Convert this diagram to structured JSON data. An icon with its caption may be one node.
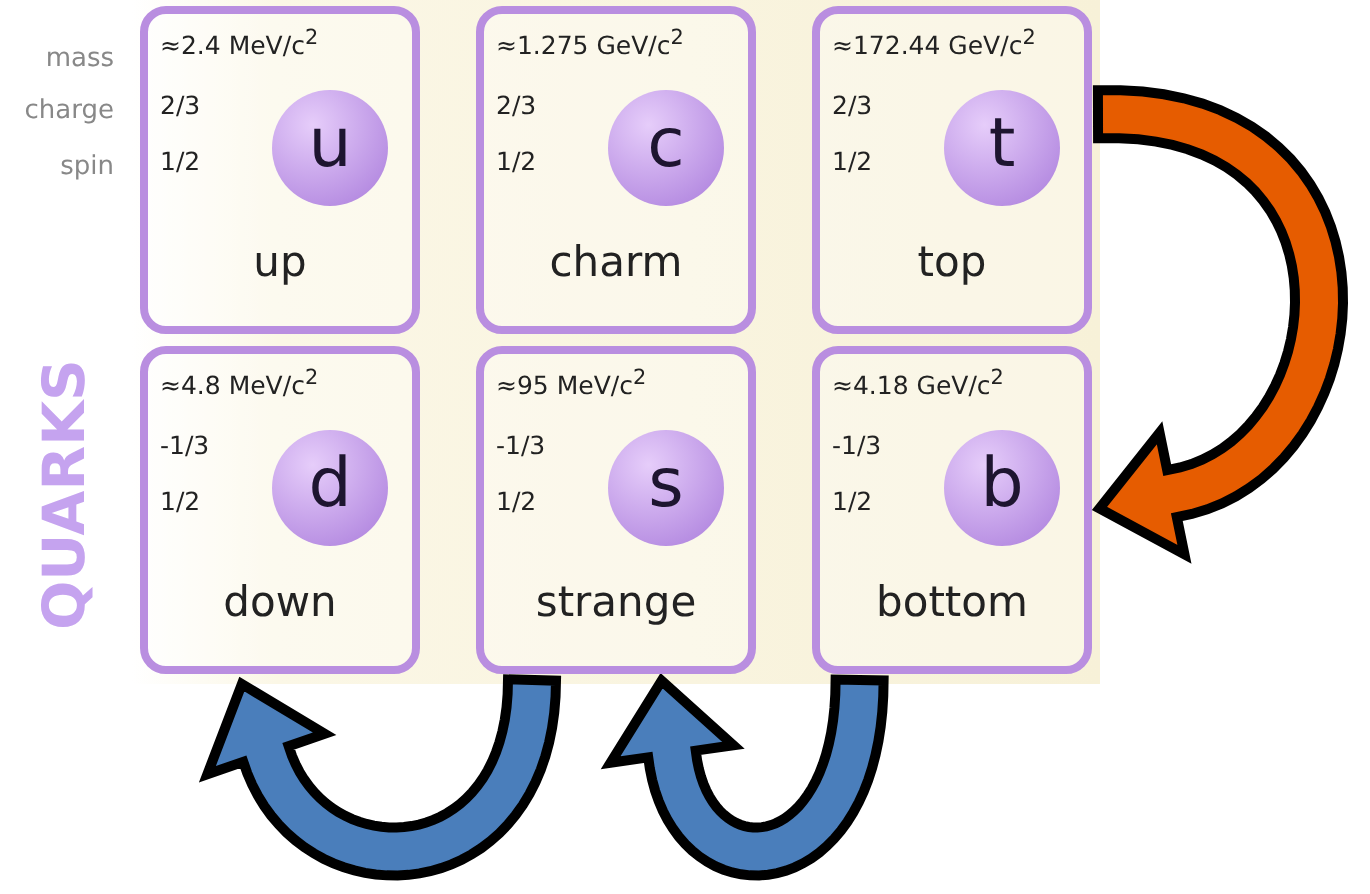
{
  "diagram": {
    "nodes": [
      {
        "text": [
          "≈2.4 MeV/c$^{2}$",
          "2/3",
          "1/2",
          "up"
        ]
      },
      {
        "text": [
          "u"
        ],
        "in": 0
      },
      {
        "text": [
          "≈1.275 GeV/c$^{2}$",
          "2/3",
          "1/2",
          "charm"
        ]
      },
      {
        "text": [
          "c"
        ],
        "in": 2
      },
      {
        "text": [
          "≈172.44 GeV/c$^{2}$",
          "2/3",
          "1/2",
          "top"
        ]
      },
      {
        "text": [
          "t"
        ],
        "in": 4
      },
      {
        "text": [
          "≈4.8 MeV/c$^{2}$",
          "-1/3",
          "1/2",
          "down"
        ]
      },
      {
        "text": [
          "d"
        ],
        "in": 6
      },
      {
        "text": [
          "≈95 MeV/c$^{2}$",
          "-1/3",
          "1/2",
          "strange"
        ]
      },
      {
        "text": [
          "s"
        ],
        "in": 8
      },
      {
        "text": [
          "≈4.18 GeV/c$^{2}$",
          "-1/3",
          "1/2",
          "bottom"
        ]
      },
      {
        "text": [
          "b"
        ],
        "in": 10
      }
    ],
    "edges": [
      {
        "from": 4,
        "to": 10,
        "arrow": "to",
        "color": "#e65c00"
      },
      {
        "from": 10,
        "to": 8,
        "arrow": "to"
      },
      {
        "from": 8,
        "to": 6,
        "arrow": "to"
      }
    ],
    "labels": [
      "mass",
      "charge",
      "spin",
      "QUARKS"
    ]
  }
}
